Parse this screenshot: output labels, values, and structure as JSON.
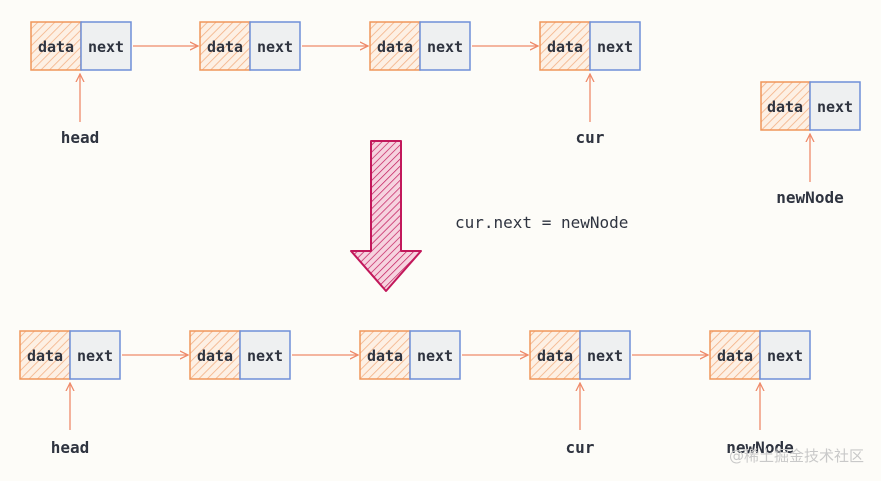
{
  "colors": {
    "data_cell": "#f0965a",
    "next_cell": "#6f8fd8",
    "next_fill": "#eef0f1",
    "arrow": "#ef8a6a",
    "big_arrow": "#c2185b",
    "text": "#2f3440"
  },
  "top_row": {
    "nodes": [
      {
        "data_label": "data",
        "next_label": "next"
      },
      {
        "data_label": "data",
        "next_label": "next"
      },
      {
        "data_label": "data",
        "next_label": "next"
      },
      {
        "data_label": "data",
        "next_label": "next"
      }
    ],
    "pointers": [
      {
        "label": "head"
      },
      {
        "label": "cur"
      }
    ]
  },
  "new_node": {
    "data_label": "data",
    "next_label": "next",
    "pointer_label": "newNode"
  },
  "operation": {
    "label": "cur.next = newNode",
    "icon": "down-arrow-icon"
  },
  "bottom_row": {
    "nodes": [
      {
        "data_label": "data",
        "next_label": "next"
      },
      {
        "data_label": "data",
        "next_label": "next"
      },
      {
        "data_label": "data",
        "next_label": "next"
      },
      {
        "data_label": "data",
        "next_label": "next"
      },
      {
        "data_label": "data",
        "next_label": "next"
      }
    ],
    "pointers": [
      {
        "label": "head"
      },
      {
        "label": "cur"
      },
      {
        "label": "newNode"
      }
    ]
  },
  "watermark": {
    "text": "@稀土掘金技术社区"
  }
}
